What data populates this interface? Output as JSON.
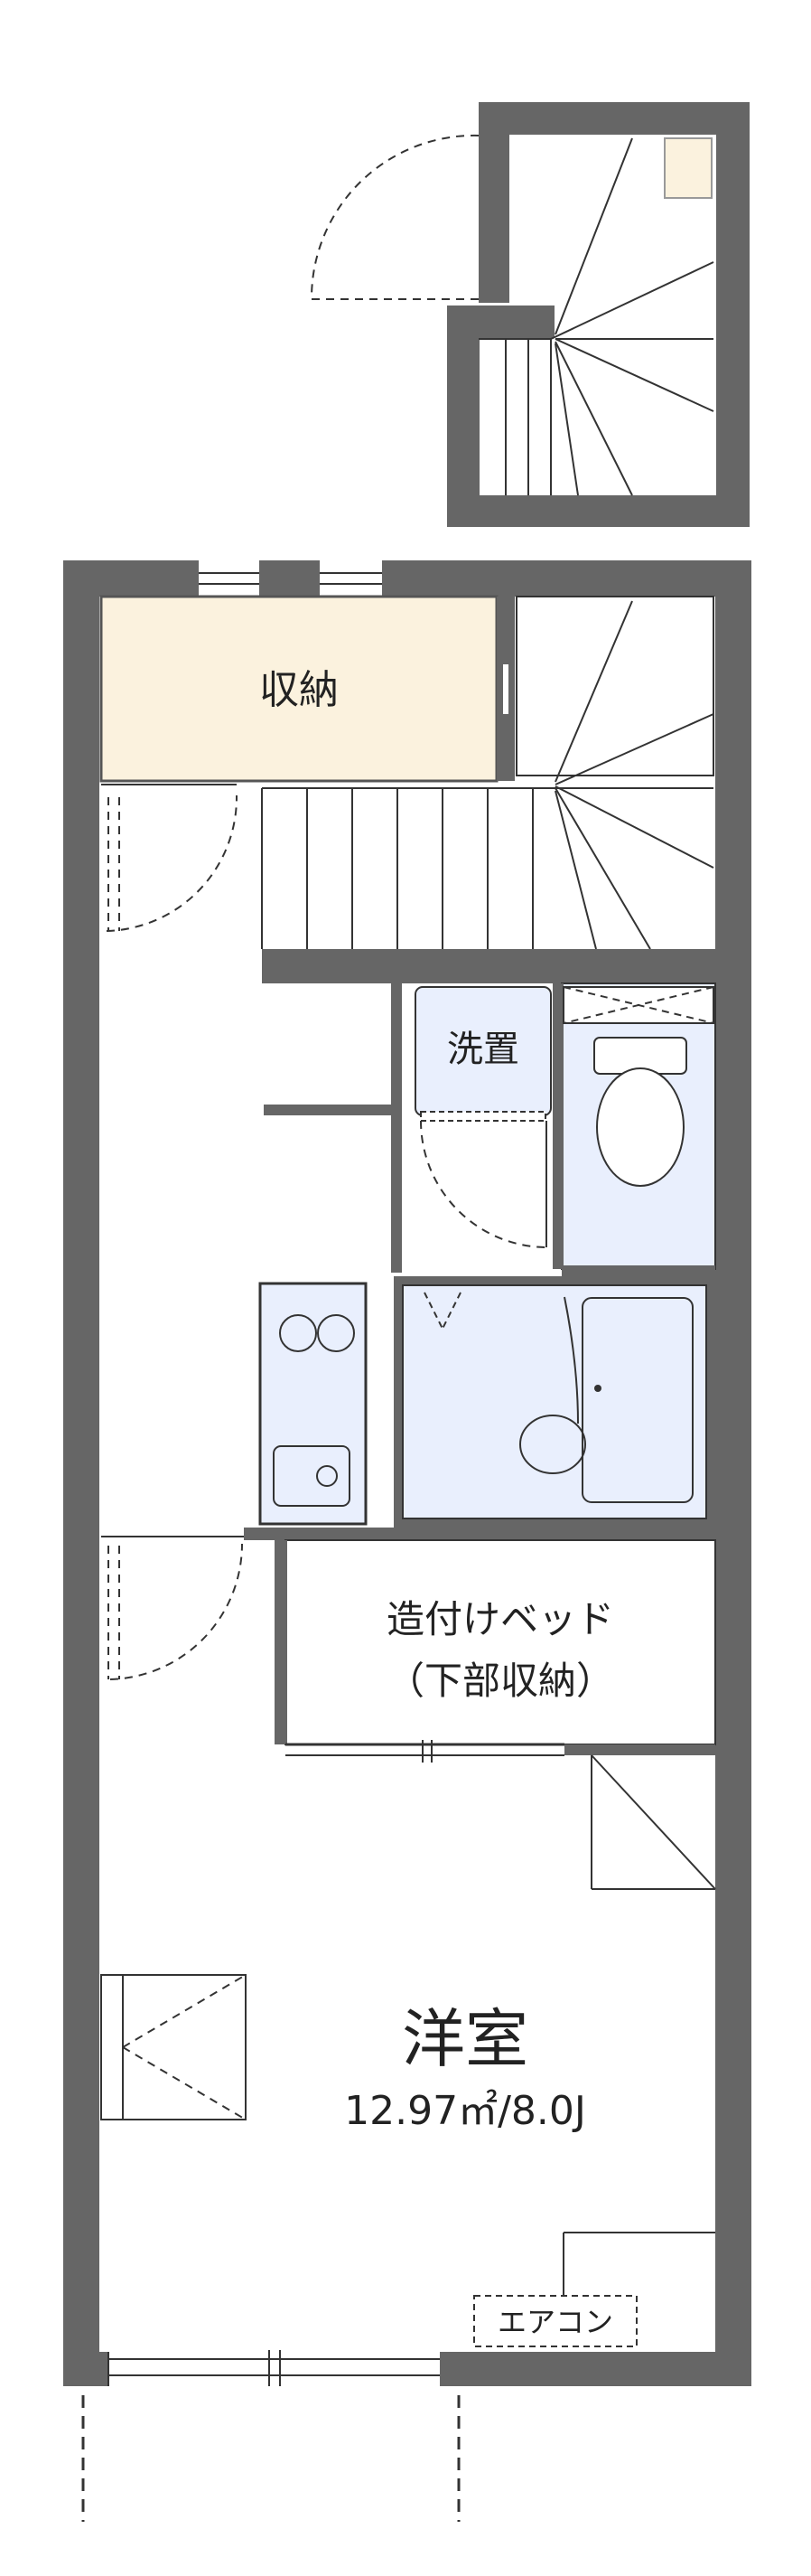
{
  "labels": {
    "storage": "収納",
    "washer": "洗置",
    "bed_line1": "造付けベッド",
    "bed_line2": "（下部収納）",
    "room_name": "洋室",
    "room_size": "12.97㎡/8.0J",
    "aircon": "エアコン"
  },
  "colors": {
    "wall": "#666666",
    "storage_fill": "#fbf2de",
    "wet_fill": "#e9effd",
    "outline": "#333333"
  }
}
